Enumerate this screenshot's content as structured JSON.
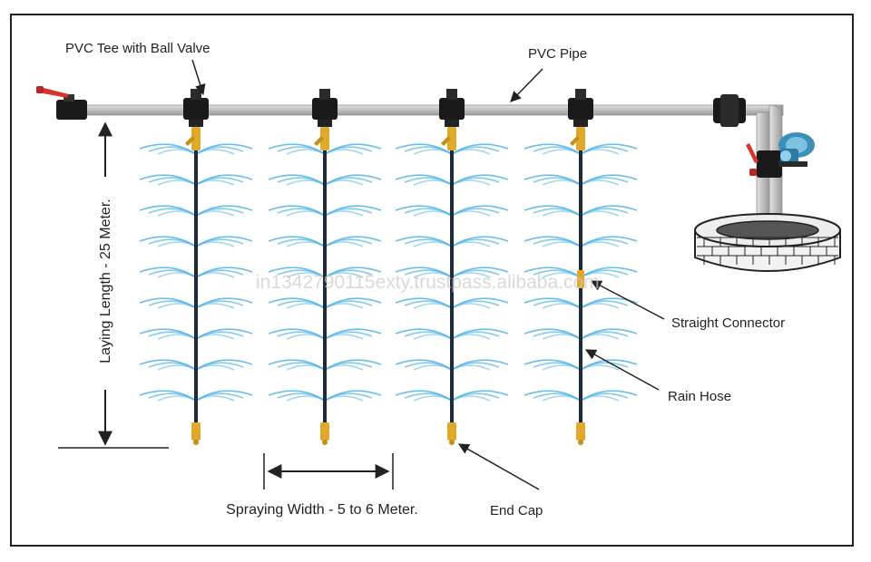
{
  "labels": {
    "pvc_tee": "PVC Tee  with Ball Valve",
    "pvc_pipe": "PVC Pipe",
    "laying_length": "Laying Length - 25 Meter.",
    "straight_connector": "Straight Connector",
    "rain_hose": "Rain Hose",
    "spraying_width": "Spraying Width - 5 to 6 Meter.",
    "end_cap": "End Cap"
  },
  "watermark": "in1342790115exty.trustpass.alibaba.com",
  "colors": {
    "pipe": "#c9c9c9",
    "hose": "#1d2b3a",
    "spray": "#4fb3e6",
    "brass": "#e0a92a",
    "valve_handle": "#d9342b",
    "fitting": "#1a1a1a",
    "pump": "#4aa3c9",
    "frame": "#222222"
  },
  "icons": [
    "ball-valve-icon",
    "pvc-tee-icon",
    "pump-motor-icon",
    "well-icon",
    "end-cap-icon"
  ]
}
